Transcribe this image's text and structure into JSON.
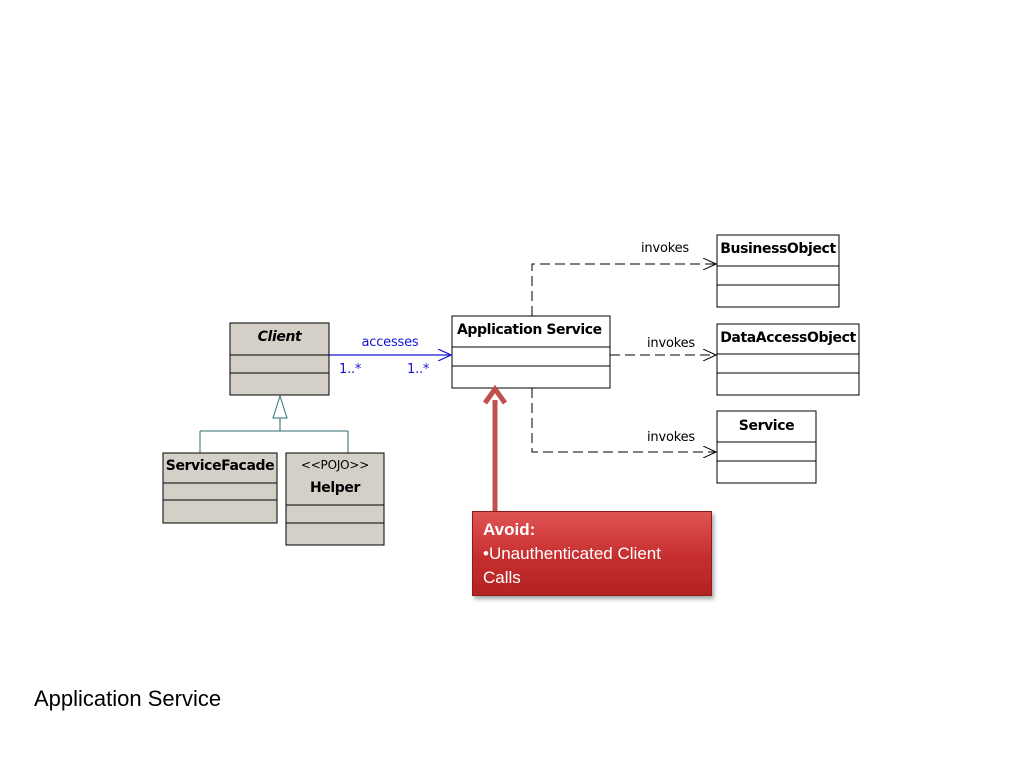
{
  "diagram": {
    "classes": {
      "client": {
        "name": "Client"
      },
      "service_facade": {
        "name": "ServiceFacade"
      },
      "helper": {
        "stereotype": "<<POJO>>",
        "name": "Helper"
      },
      "application_service": {
        "name": "Application Service"
      },
      "business_object": {
        "name": "BusinessObject"
      },
      "data_access_object": {
        "name": "DataAccessObject"
      },
      "service": {
        "name": "Service"
      }
    },
    "associations": {
      "accesses": {
        "label": "accesses",
        "source_multiplicity": "1..*",
        "target_multiplicity": "1..*"
      },
      "invokes_business_object": {
        "label": "invokes"
      },
      "invokes_data_access_object": {
        "label": "invokes"
      },
      "invokes_service": {
        "label": "invokes"
      }
    },
    "colors": {
      "class_fill_abstract": "#d4d0c8",
      "class_fill_concrete": "#ffffff",
      "association_blue": "#1414d2",
      "generalization_teal": "#2e6b6b",
      "callout_red": "#c0392b",
      "arrow_red": "#c0504d"
    }
  },
  "callout": {
    "title": "Avoid:",
    "items": [
      "•Unauthenticated Client Calls"
    ]
  },
  "slide": {
    "title": "Application Service"
  }
}
